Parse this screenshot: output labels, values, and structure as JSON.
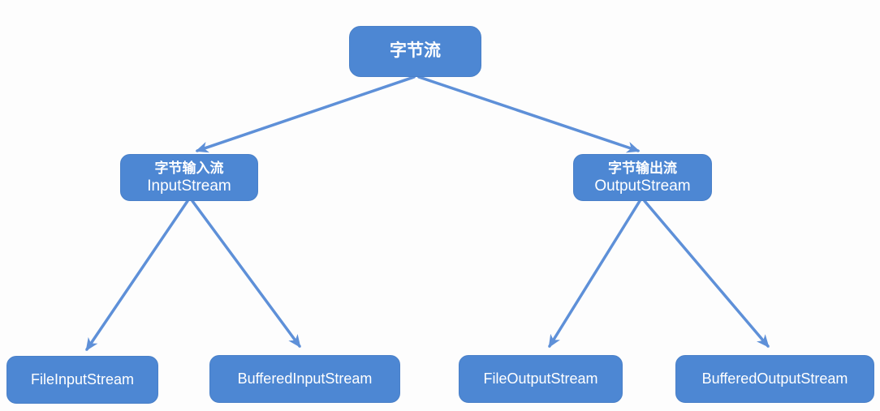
{
  "colors": {
    "node_fill": "#4d87d3",
    "node_border": "#4a80c8",
    "arrow": "#5e90d8",
    "text": "#ffffff",
    "background": "#fdfdfd"
  },
  "nodes": {
    "root": {
      "label": "字节流"
    },
    "input": {
      "title": "字节输入流",
      "subtitle": "InputStream"
    },
    "output": {
      "title": "字节输出流",
      "subtitle": "OutputStream"
    },
    "file_input": {
      "label": "FileInputStream"
    },
    "buffered_input": {
      "label": "BufferedInputStream"
    },
    "file_output": {
      "label": "FileOutputStream"
    },
    "buffered_output": {
      "label": "BufferedOutputStream"
    }
  },
  "edges": [
    {
      "from": "字节流",
      "to": "字节输入流 InputStream"
    },
    {
      "from": "字节流",
      "to": "字节输出流 OutputStream"
    },
    {
      "from": "字节输入流 InputStream",
      "to": "FileInputStream"
    },
    {
      "from": "字节输入流 InputStream",
      "to": "BufferedInputStream"
    },
    {
      "from": "字节输出流 OutputStream",
      "to": "FileOutputStream"
    },
    {
      "from": "字节输出流 OutputStream",
      "to": "BufferedOutputStream"
    }
  ]
}
